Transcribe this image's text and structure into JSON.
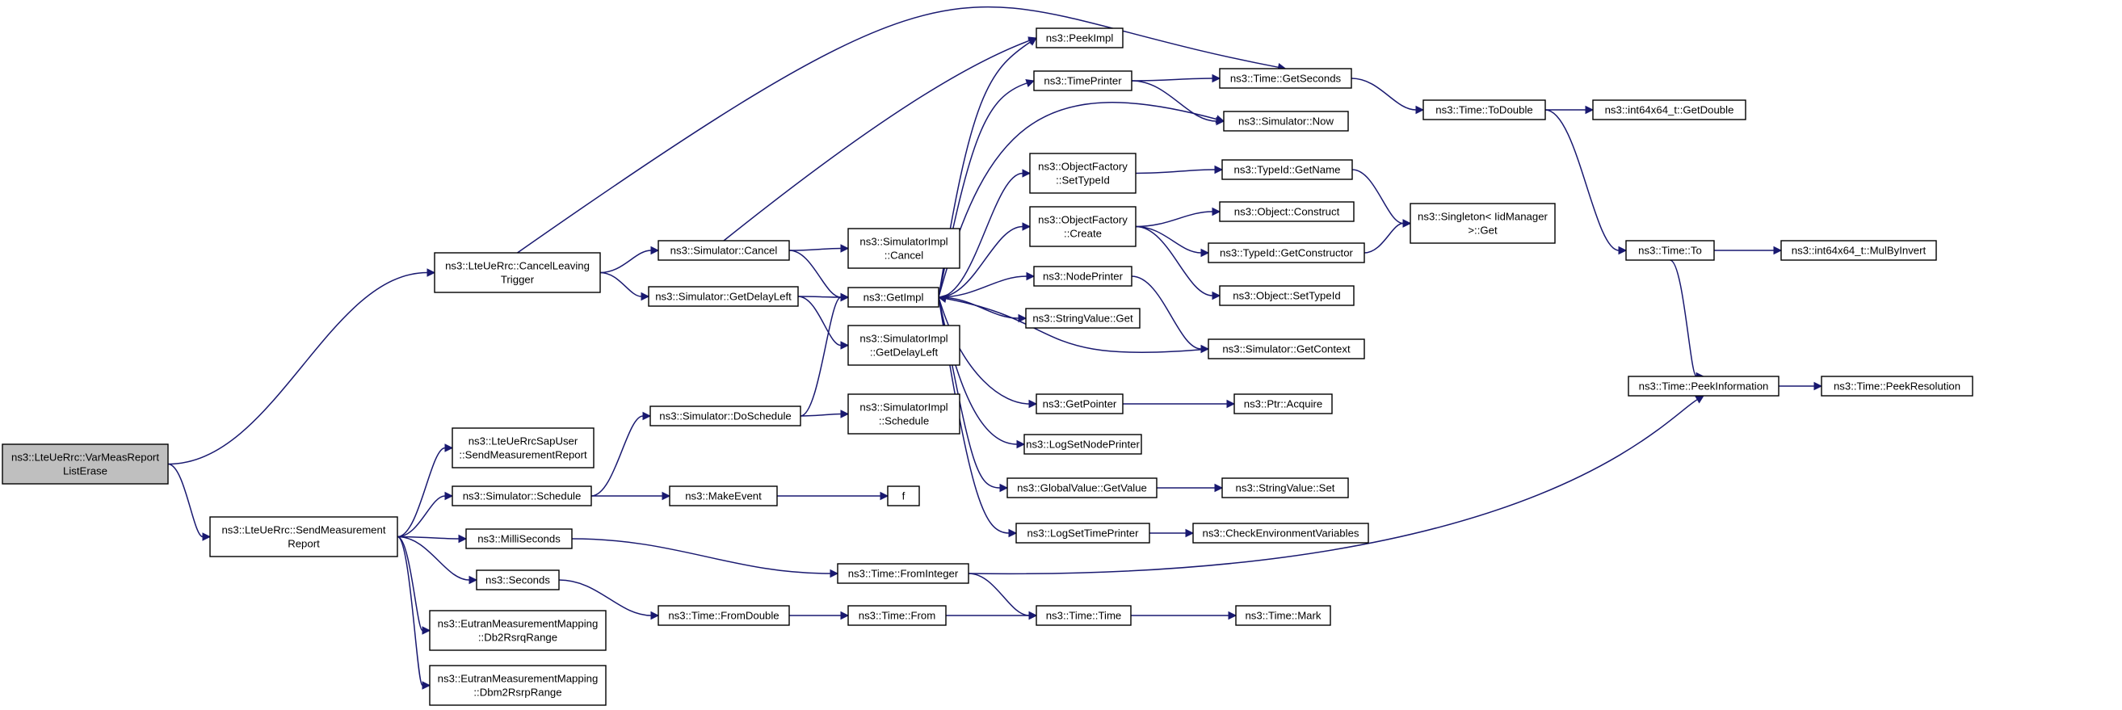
{
  "diagram": {
    "type": "call-graph",
    "colors": {
      "edge": "#191970",
      "root_fill": "#bfbfbf",
      "node_fill": "#ffffff",
      "node_border": "#000000",
      "truncated_border": "#ff0000",
      "text": "#000000"
    },
    "nodes": [
      {
        "id": "root",
        "lines": [
          "ns3::LteUeRrc::VarMeasReport",
          "ListErase"
        ],
        "root": true
      },
      {
        "id": "cancelLeaving",
        "lines": [
          "ns3::LteUeRrc::CancelLeaving",
          "Trigger"
        ]
      },
      {
        "id": "sendMeas",
        "lines": [
          "ns3::LteUeRrc::SendMeasurement",
          "Report"
        ]
      },
      {
        "id": "simCancel",
        "lines": [
          "ns3::Simulator::Cancel"
        ]
      },
      {
        "id": "simGetDelayLeft",
        "lines": [
          "ns3::Simulator::GetDelayLeft"
        ]
      },
      {
        "id": "sapUser",
        "lines": [
          "ns3::LteUeRrcSapUser",
          "::SendMeasurementReport"
        ]
      },
      {
        "id": "simSchedule",
        "lines": [
          "ns3::Simulator::Schedule"
        ]
      },
      {
        "id": "milliSeconds",
        "lines": [
          "ns3::MilliSeconds"
        ]
      },
      {
        "id": "seconds",
        "lines": [
          "ns3::Seconds"
        ]
      },
      {
        "id": "db2rsrq",
        "lines": [
          "ns3::EutranMeasurementMapping",
          "::Db2RsrqRange"
        ]
      },
      {
        "id": "dbm2rsrp",
        "lines": [
          "ns3::EutranMeasurementMapping",
          "::Dbm2RsrpRange"
        ]
      },
      {
        "id": "simDoSchedule",
        "lines": [
          "ns3::Simulator::DoSchedule"
        ]
      },
      {
        "id": "makeEvent",
        "lines": [
          "ns3::MakeEvent"
        ]
      },
      {
        "id": "simImplCancel",
        "lines": [
          "ns3::SimulatorImpl",
          "::Cancel"
        ]
      },
      {
        "id": "getImpl",
        "lines": [
          "ns3::GetImpl"
        ]
      },
      {
        "id": "simImplGetDelayLeft",
        "lines": [
          "ns3::SimulatorImpl",
          "::GetDelayLeft"
        ]
      },
      {
        "id": "simImplSchedule",
        "lines": [
          "ns3::SimulatorImpl",
          "::Schedule"
        ]
      },
      {
        "id": "f",
        "lines": [
          "f"
        ]
      },
      {
        "id": "timeFromInteger",
        "lines": [
          "ns3::Time::FromInteger"
        ]
      },
      {
        "id": "timeFromDouble",
        "lines": [
          "ns3::Time::FromDouble"
        ]
      },
      {
        "id": "timeFrom",
        "lines": [
          "ns3::Time::From"
        ]
      },
      {
        "id": "peekImpl",
        "lines": [
          "ns3::PeekImpl"
        ]
      },
      {
        "id": "timePrinter",
        "lines": [
          "ns3::TimePrinter"
        ]
      },
      {
        "id": "ofSetTypeId",
        "lines": [
          "ns3::ObjectFactory",
          "::SetTypeId"
        ]
      },
      {
        "id": "ofCreate",
        "lines": [
          "ns3::ObjectFactory",
          "::Create"
        ]
      },
      {
        "id": "nodePrinter",
        "lines": [
          "ns3::NodePrinter"
        ]
      },
      {
        "id": "stringValueGet",
        "lines": [
          "ns3::StringValue::Get"
        ]
      },
      {
        "id": "getPointer",
        "lines": [
          "ns3::GetPointer"
        ]
      },
      {
        "id": "logSetNodePrinter",
        "lines": [
          "ns3::LogSetNodePrinter"
        ]
      },
      {
        "id": "globalValueGetValue",
        "lines": [
          "ns3::GlobalValue::GetValue"
        ]
      },
      {
        "id": "logSetTimePrinter",
        "lines": [
          "ns3::LogSetTimePrinter"
        ]
      },
      {
        "id": "timeTime",
        "lines": [
          "ns3::Time::Time"
        ]
      },
      {
        "id": "timeGetSeconds",
        "lines": [
          "ns3::Time::GetSeconds"
        ]
      },
      {
        "id": "simNow",
        "lines": [
          "ns3::Simulator::Now"
        ],
        "truncated": true
      },
      {
        "id": "typeIdGetName",
        "lines": [
          "ns3::TypeId::GetName"
        ],
        "truncated": true
      },
      {
        "id": "objectConstruct",
        "lines": [
          "ns3::Object::Construct"
        ],
        "truncated": true
      },
      {
        "id": "typeIdGetConstructor",
        "lines": [
          "ns3::TypeId::GetConstructor"
        ],
        "truncated": true
      },
      {
        "id": "objectSetTypeId",
        "lines": [
          "ns3::Object::SetTypeId"
        ],
        "truncated": true
      },
      {
        "id": "simGetContext",
        "lines": [
          "ns3::Simulator::GetContext"
        ],
        "truncated": true
      },
      {
        "id": "ptrAcquire",
        "lines": [
          "ns3::Ptr::Acquire"
        ]
      },
      {
        "id": "stringValueSet",
        "lines": [
          "ns3::StringValue::Set"
        ]
      },
      {
        "id": "checkEnv",
        "lines": [
          "ns3::CheckEnvironmentVariables"
        ],
        "truncated": true
      },
      {
        "id": "timeMark",
        "lines": [
          "ns3::Time::Mark"
        ],
        "truncated": true
      },
      {
        "id": "timeToDouble",
        "lines": [
          "ns3::Time::ToDouble"
        ]
      },
      {
        "id": "singletonGet",
        "lines": [
          "ns3::Singleton< IidManager",
          ">::Get"
        ]
      },
      {
        "id": "int64GetDouble",
        "lines": [
          "ns3::int64x64_t::GetDouble"
        ]
      },
      {
        "id": "timeTo",
        "lines": [
          "ns3::Time::To"
        ]
      },
      {
        "id": "mulByInvert",
        "lines": [
          "ns3::int64x64_t::MulByInvert"
        ],
        "truncated": true
      },
      {
        "id": "timePeekInformation",
        "lines": [
          "ns3::Time::PeekInformation"
        ]
      },
      {
        "id": "timePeekResolution",
        "lines": [
          "ns3::Time::PeekResolution"
        ],
        "truncated": true
      }
    ],
    "edges": [
      [
        "root",
        "cancelLeaving"
      ],
      [
        "root",
        "sendMeas"
      ],
      [
        "cancelLeaving",
        "simCancel"
      ],
      [
        "cancelLeaving",
        "simGetDelayLeft"
      ],
      [
        "cancelLeaving",
        "timeGetSeconds"
      ],
      [
        "sendMeas",
        "sapUser"
      ],
      [
        "sendMeas",
        "simSchedule"
      ],
      [
        "sendMeas",
        "milliSeconds"
      ],
      [
        "sendMeas",
        "seconds"
      ],
      [
        "sendMeas",
        "db2rsrq"
      ],
      [
        "sendMeas",
        "dbm2rsrp"
      ],
      [
        "simCancel",
        "peekImpl"
      ],
      [
        "simCancel",
        "simImplCancel"
      ],
      [
        "simCancel",
        "getImpl"
      ],
      [
        "simGetDelayLeft",
        "getImpl"
      ],
      [
        "simGetDelayLeft",
        "simImplGetDelayLeft"
      ],
      [
        "simSchedule",
        "simDoSchedule"
      ],
      [
        "simSchedule",
        "makeEvent"
      ],
      [
        "milliSeconds",
        "timeFromInteger"
      ],
      [
        "seconds",
        "timeFromDouble"
      ],
      [
        "simDoSchedule",
        "getImpl"
      ],
      [
        "simDoSchedule",
        "simImplSchedule"
      ],
      [
        "makeEvent",
        "f"
      ],
      [
        "timeFromInteger",
        "timeTime"
      ],
      [
        "timeFromInteger",
        "timePeekInformation"
      ],
      [
        "timeFromDouble",
        "timeFrom"
      ],
      [
        "timeFrom",
        "timeTime"
      ],
      [
        "getImpl",
        "peekImpl"
      ],
      [
        "getImpl",
        "timePrinter"
      ],
      [
        "getImpl",
        "simNow"
      ],
      [
        "getImpl",
        "ofSetTypeId"
      ],
      [
        "getImpl",
        "ofCreate"
      ],
      [
        "getImpl",
        "nodePrinter"
      ],
      [
        "getImpl",
        "stringValueGet"
      ],
      [
        "getImpl",
        "getPointer"
      ],
      [
        "getImpl",
        "logSetNodePrinter"
      ],
      [
        "getImpl",
        "globalValueGetValue"
      ],
      [
        "getImpl",
        "logSetTimePrinter"
      ],
      [
        "simGetContext",
        "getImpl"
      ],
      [
        "timePrinter",
        "timeGetSeconds"
      ],
      [
        "timePrinter",
        "simNow"
      ],
      [
        "ofSetTypeId",
        "typeIdGetName"
      ],
      [
        "ofCreate",
        "objectConstruct"
      ],
      [
        "ofCreate",
        "typeIdGetConstructor"
      ],
      [
        "ofCreate",
        "objectSetTypeId"
      ],
      [
        "nodePrinter",
        "simGetContext"
      ],
      [
        "getPointer",
        "ptrAcquire"
      ],
      [
        "globalValueGetValue",
        "stringValueSet"
      ],
      [
        "logSetTimePrinter",
        "checkEnv"
      ],
      [
        "timeTime",
        "timeMark"
      ],
      [
        "timeGetSeconds",
        "timeToDouble"
      ],
      [
        "typeIdGetName",
        "singletonGet"
      ],
      [
        "typeIdGetConstructor",
        "singletonGet"
      ],
      [
        "timeToDouble",
        "int64GetDouble"
      ],
      [
        "timeToDouble",
        "timeTo"
      ],
      [
        "timeTo",
        "mulByInvert"
      ],
      [
        "timeTo",
        "timePeekInformation"
      ],
      [
        "timePeekInformation",
        "timePeekResolution"
      ]
    ]
  }
}
